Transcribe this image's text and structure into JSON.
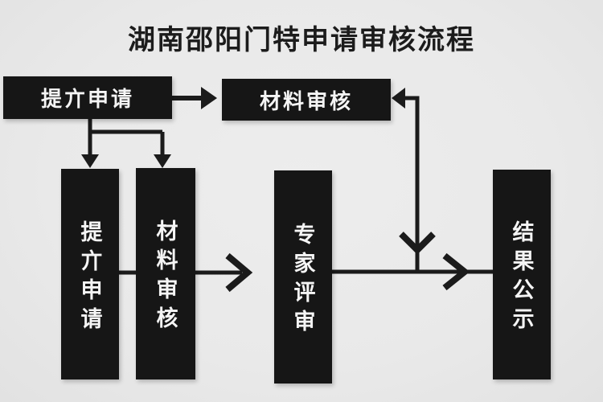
{
  "title": "湖南邵阳门特申请审核流程",
  "colors": {
    "background": "#e9e9e9",
    "box_fill": "#161616",
    "box_text": "#f5f5f5",
    "line": "#1b1b1b",
    "title_text": "#1c1c1c"
  },
  "flowchart": {
    "top_row": [
      {
        "label": "提亣申请"
      },
      {
        "label": "材料审核"
      }
    ],
    "stages": [
      {
        "label": "提亣申请"
      },
      {
        "label": "材料审核"
      },
      {
        "label": "专家评审"
      },
      {
        "label": "结果公示"
      }
    ]
  }
}
